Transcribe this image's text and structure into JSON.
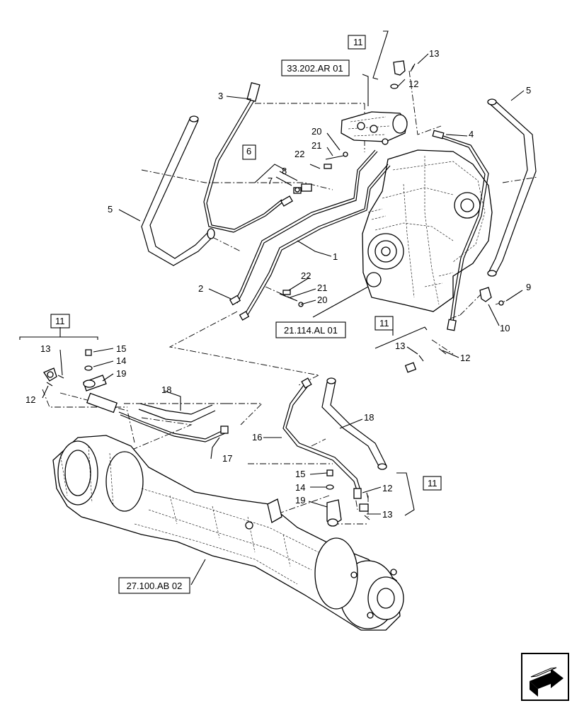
{
  "callouts": [
    "1",
    "2",
    "3",
    "4",
    "5",
    "5",
    "6",
    "7",
    "8",
    "9",
    "10",
    "11",
    "11",
    "11",
    "11",
    "12",
    "12",
    "12",
    "12",
    "13",
    "13",
    "13",
    "13",
    "14",
    "14",
    "15",
    "15",
    "16",
    "17",
    "18",
    "18",
    "19",
    "19",
    "20",
    "20",
    "21",
    "21",
    "22",
    "22"
  ],
  "references": {
    "steering_valve": "33.202.AR 01",
    "transmission": "21.114.AL 01",
    "front_axle": "27.100.AB 02"
  },
  "nav_icon": "next-page-arrow-icon"
}
